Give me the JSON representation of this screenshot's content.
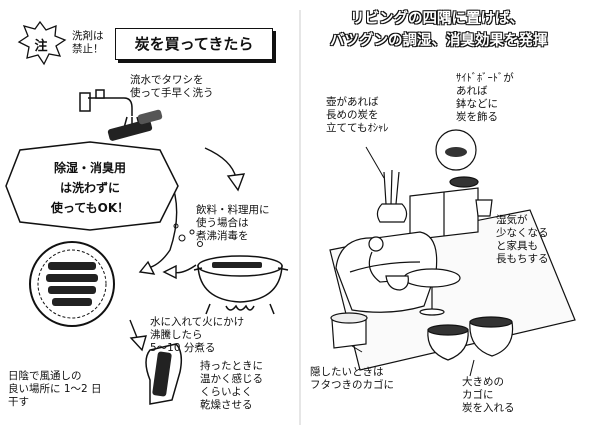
{
  "left": {
    "note_badge": "注",
    "note_text": "洗剤は\n禁止！",
    "title": "炭を買ってきたら",
    "step_wash": "流水でタワシを\n使って手早く洗う",
    "burst": "除湿・消臭用\nは洗わずに\n使ってもOK！",
    "step_boil": "飲料・料理用に\n使う場合は\n煮沸消毒を",
    "step_heat": "水に入れて火にかけ\n沸騰したら\n5〜10 分煮る",
    "step_dry": "日陰で風通しの\n良い場所に 1〜2 日\n干す",
    "step_warm": "持ったときに\n温かく感じる\nくらいよく\n乾燥させる"
  },
  "right": {
    "title_line1": "リビングの四隅に置けば、",
    "title_line2": "バツグンの調湿、消臭効果を発揮",
    "note_vase": "壺があれば\n長めの炭を\n立ててもｵｼｬﾚ",
    "note_sideboard": "ｻｲﾄﾞﾎﾞｰﾄﾞが\nあれば\n鉢などに\n炭を飾る",
    "note_humidity": "湿気が\n少なくなる\nと家具も\n長もちする",
    "note_basket_lid": "隠したいときは\nフタつきのカゴに",
    "note_big_basket": "大きめの\nカゴに\n炭を入れる"
  }
}
